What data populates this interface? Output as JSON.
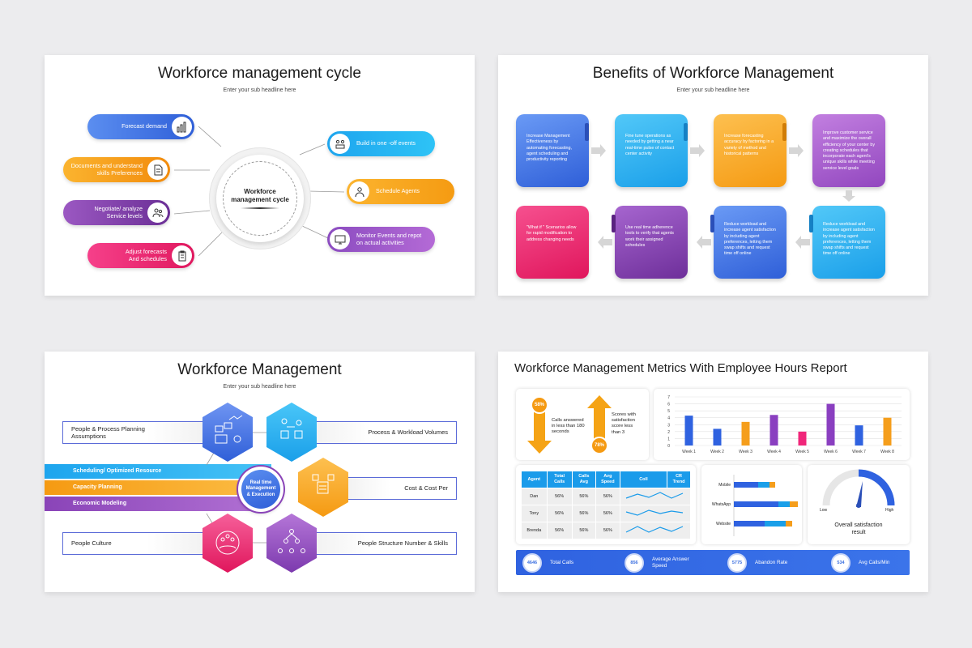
{
  "slide1": {
    "title": "Workforce management cycle",
    "subtitle": "Enter your sub headline here",
    "center": "Workforce\nmanagement cycle",
    "left_items": [
      {
        "label": "Forecast demand",
        "icon": "chart-icon"
      },
      {
        "label": "Documents and understand\nskills Preferences",
        "icon": "document-icon"
      },
      {
        "label": "Negotiate/ analyze\nService levels",
        "icon": "people-icon"
      },
      {
        "label": "Adjust forecasts\nAnd schedules",
        "icon": "clipboard-icon"
      }
    ],
    "right_items": [
      {
        "label": "Build in one -off events",
        "icon": "team-icon"
      },
      {
        "label": "Schedule Agents",
        "icon": "agent-icon"
      },
      {
        "label": "Monitor Events and repot\non actual activities",
        "icon": "monitor-icon"
      }
    ],
    "colors": [
      "#3a6fe3",
      "#f59e1c",
      "#7f44a6",
      "#f0267a",
      "#1fa8ee",
      "#fca51e",
      "#9b4fc4"
    ]
  },
  "slide2": {
    "title": "Benefits of Workforce Management",
    "subtitle": "Enter your sub headline here",
    "cards": [
      "Increase Management Effectiveness by automating forecasting, agent scheduling and productivity reporting",
      "Fine tune operations as needed by getting a near real-time pulse of contact center activity",
      "Increase forecasting accuracy by factoring in a variety of method and historical patterns",
      "Improve customer service and maximize the overall efficiency of your center by creating schedules that incorporate each agent's unique skills while meeting service level goals",
      "Reduce workload and increase agent satisfaction by including agent preferences, letting them swap shifts and request time off online",
      "Reduce workload and increase agent satisfaction by including agent preferences, letting them swap shifts and request time off online",
      "Use real time adherence tools to verify that agents work their assigned schedules",
      "\"What if \" Scenarios allow for rapid modification to address changing needs"
    ]
  },
  "slide3": {
    "title": "Workforce Management",
    "subtitle": "Enter your sub headline here",
    "center": "Real time\nManagement\n& Execution",
    "bars": [
      "Scheduling/ Optimized Resource",
      "Capacity Planning",
      "Economic Modeling"
    ],
    "boxes": {
      "top_left": "People & Process Planning\nAssumptions",
      "top_right": "Process & Workload Volumes",
      "mid_right": "Cost & Cost Per",
      "bottom_left": "People Culture",
      "bottom_right": "People Structure  Number & Skills"
    }
  },
  "slide4": {
    "title": "Workforce Management Metrics With Employee Hours Report",
    "kpi1": {
      "pct": "58%",
      "text": "Calls answered\nin less than 180\nseconds"
    },
    "kpi2": {
      "pct": "78%",
      "text": "Scores with\nsatisfaction\nscore less\nthan 3"
    },
    "table": {
      "headers": [
        "Agent",
        "Total\nCalls",
        "Calls\nAvg",
        "Avg\nSpeed",
        "Coll",
        "CR\nTrend"
      ],
      "rows": [
        [
          "Dan",
          "56%",
          "56%",
          "56%"
        ],
        [
          "Tony",
          "56%",
          "56%",
          "56%"
        ],
        [
          "Brenda",
          "56%",
          "56%",
          "56%"
        ]
      ]
    },
    "hbar_labels": [
      "Mobile",
      "WhatsApp",
      "Website"
    ],
    "gauge": {
      "low": "Low",
      "high": "High",
      "caption": "Overall satisfaction\nresult",
      "value": 0.6
    },
    "stats": [
      {
        "value": "4646",
        "label": "Total Calls"
      },
      {
        "value": "856",
        "label": "Average Answer\nSpeed"
      },
      {
        "value": "5775",
        "label": "Abandon Rate"
      },
      {
        "value": "534",
        "label": "Avg Calls/Min"
      }
    ]
  },
  "chart_data": {
    "type": "bar",
    "categories": [
      "Week 1",
      "Week 2",
      "Week 3",
      "Week 4",
      "Week 5",
      "Week 6",
      "Week 7",
      "Week 8"
    ],
    "values": [
      4.3,
      2.4,
      3.4,
      4.4,
      2.0,
      6.0,
      2.9,
      4.0
    ],
    "colors": [
      "#2f62e0",
      "#2f62e0",
      "#f59e1c",
      "#8a3fc0",
      "#f0267a",
      "#8a3fc0",
      "#2f62e0",
      "#f59e1c"
    ],
    "ylim": [
      0,
      7
    ],
    "yticks": [
      "0",
      "1",
      "2",
      "3",
      "4",
      "5",
      "6",
      "7"
    ],
    "grid": true
  }
}
